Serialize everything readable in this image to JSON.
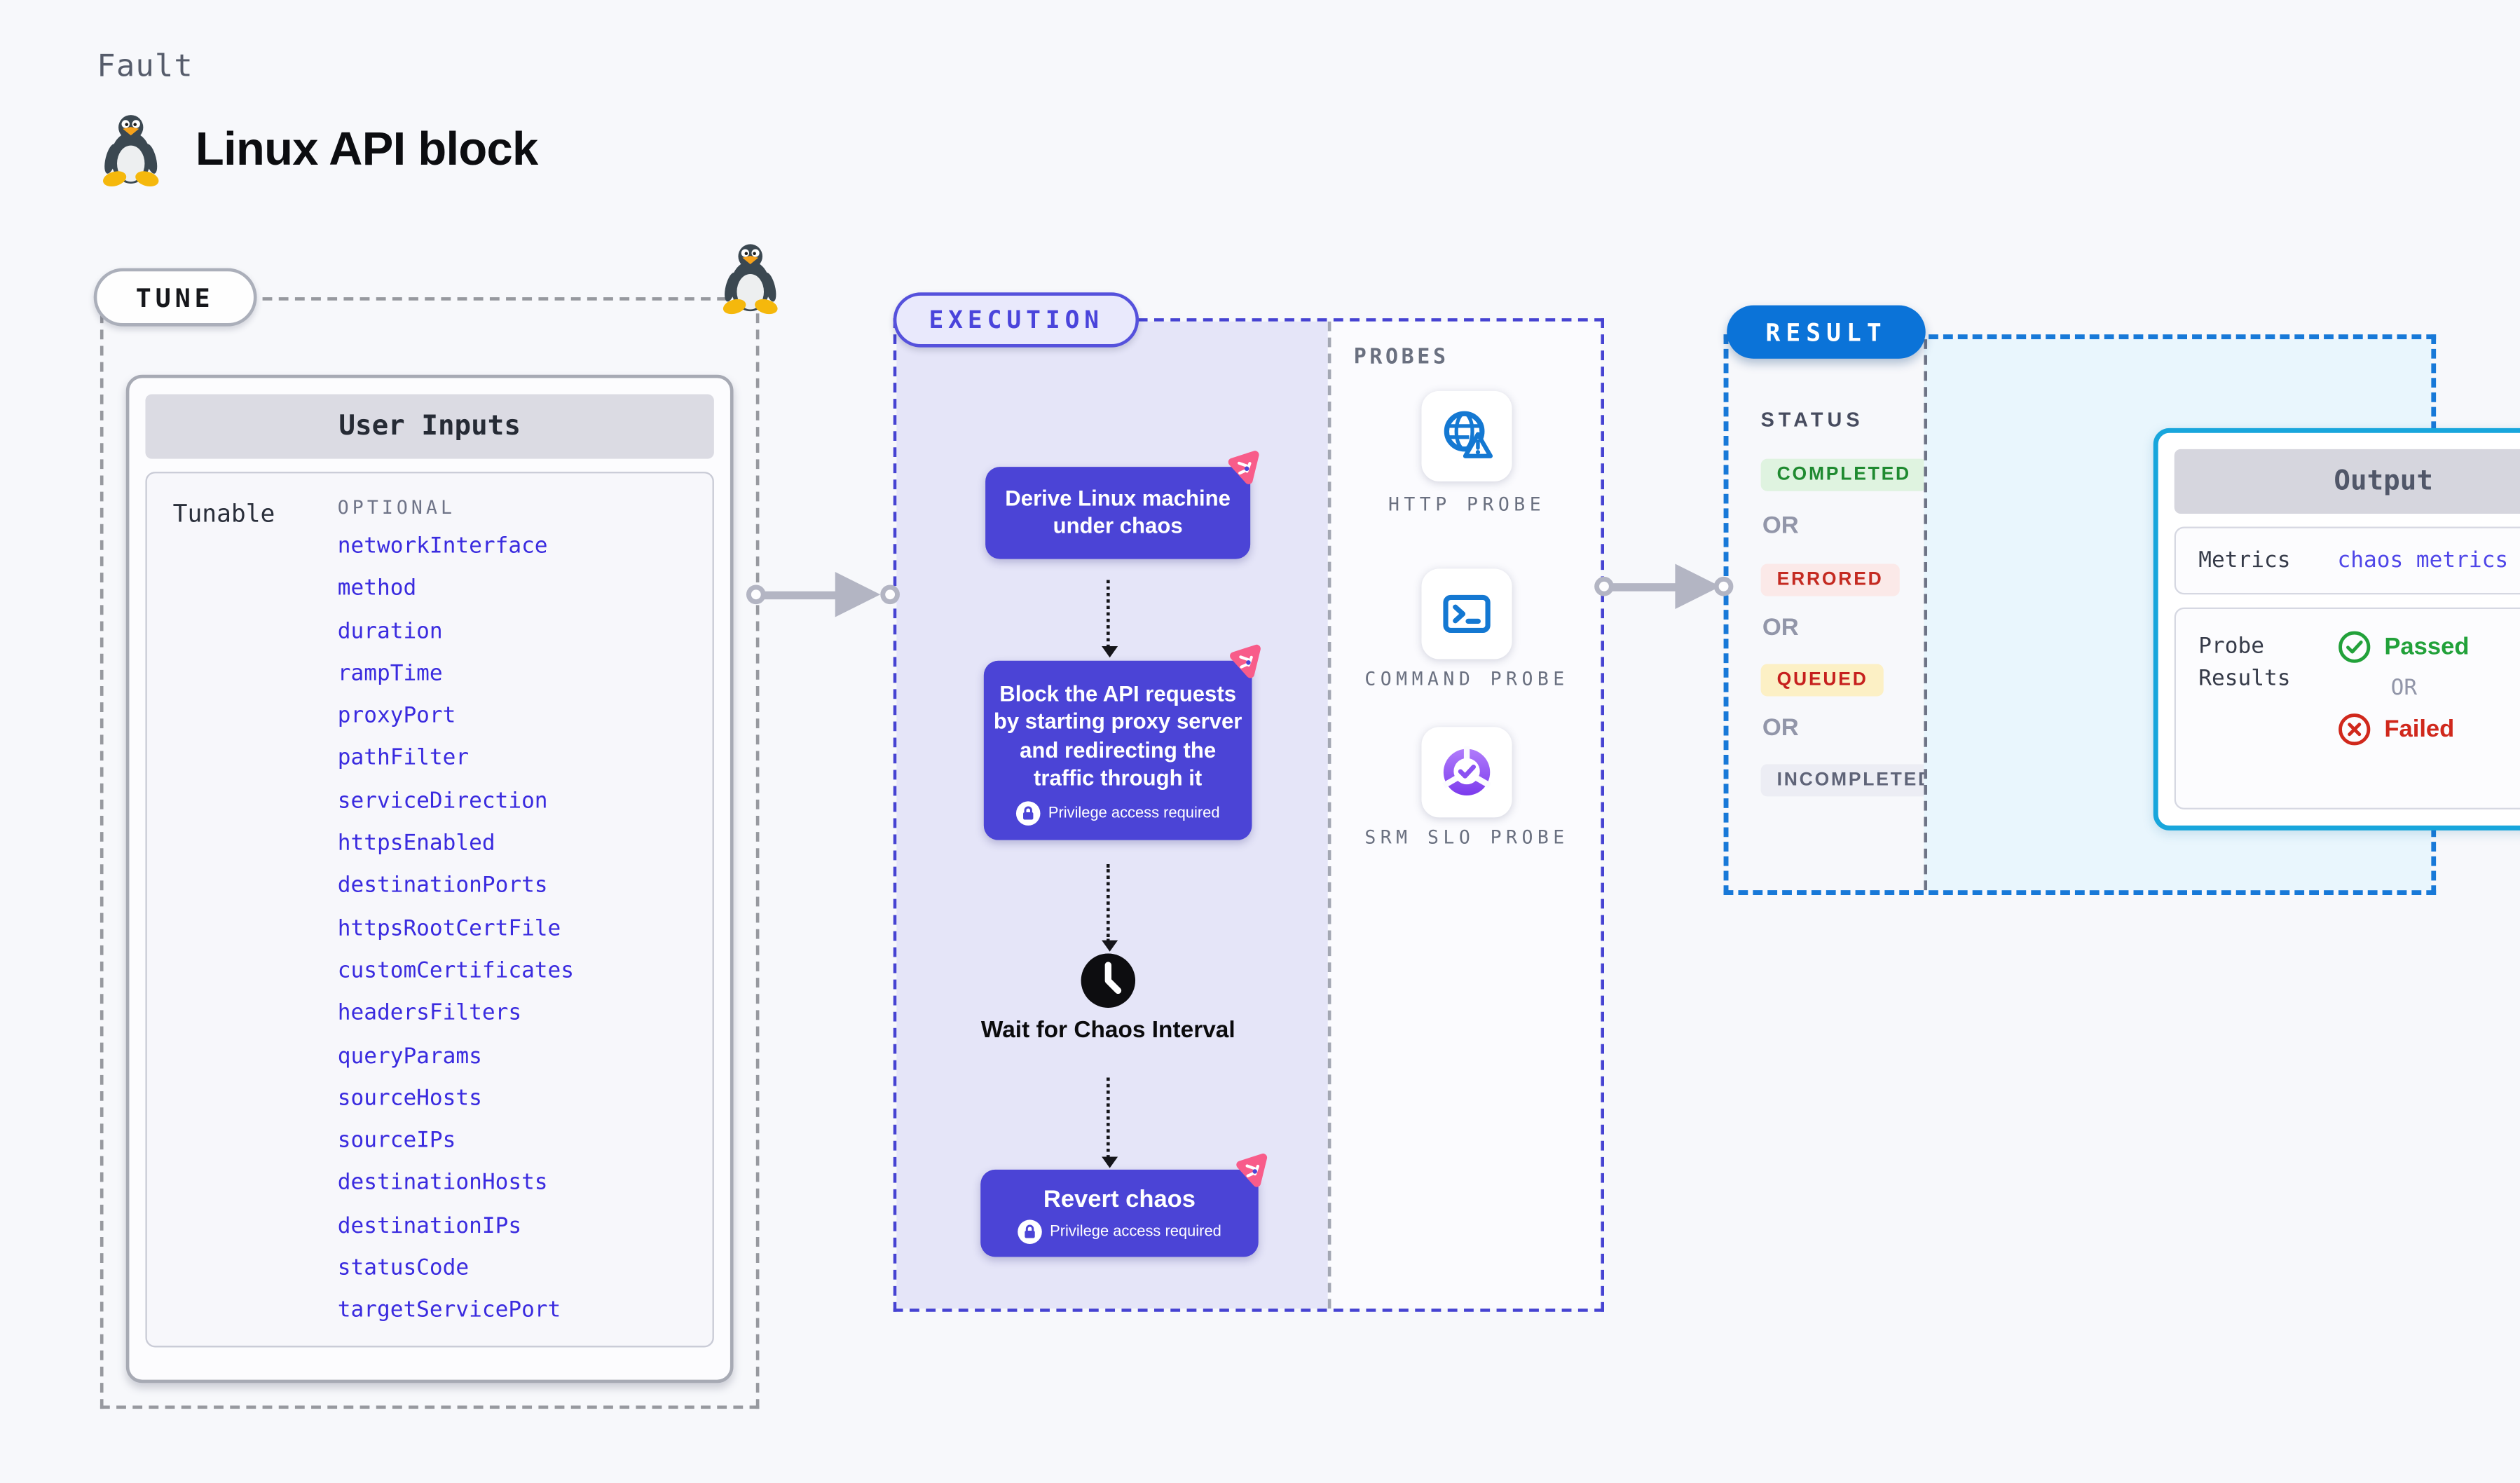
{
  "page": {
    "fault_label": "Fault",
    "title": "Linux API block"
  },
  "tune": {
    "pill_label": "TUNE",
    "card_header": "User Inputs",
    "row_label": "Tunable",
    "column_header": "OPTIONAL",
    "params": [
      "networkInterface",
      "method",
      "duration",
      "rampTime",
      "proxyPort",
      "pathFilter",
      "serviceDirection",
      "httpsEnabled",
      "destinationPorts",
      "httpsRootCertFile",
      "customCertificates",
      "headersFilters",
      "queryParams",
      "sourceHosts",
      "sourceIPs",
      "destinationHosts",
      "destinationIPs",
      "statusCode",
      "targetServicePort"
    ]
  },
  "execution": {
    "pill_label": "EXECUTION",
    "step1": "Derive Linux machine under chaos",
    "step2": "Block the API requests by starting proxy server and redirecting the traffic through it",
    "privilege_note": "Privilege access required",
    "wait_label": "Wait for Chaos Interval",
    "step3": "Revert chaos"
  },
  "probes": {
    "section_label": "PROBES",
    "items": [
      {
        "label": "HTTP PROBE",
        "icon": "globe-warning-icon"
      },
      {
        "label": "COMMAND PROBE",
        "icon": "terminal-icon"
      },
      {
        "label": "SRM SLO PROBE",
        "icon": "slo-donut-check-icon"
      }
    ]
  },
  "result": {
    "pill_label": "RESULT",
    "status_label": "STATUS",
    "or_label": "OR",
    "statuses": [
      {
        "label": "COMPLETED",
        "color": "#1F8A30",
        "bg": "#DFF3E0"
      },
      {
        "label": "ERRORED",
        "color": "#C42A21",
        "bg": "#FBE9E8"
      },
      {
        "label": "QUEUED",
        "color": "#C6201E",
        "bg": "#FCF0C5"
      },
      {
        "label": "INCOMPLETED",
        "color": "#5F6478",
        "bg": "#ECEDF4"
      }
    ],
    "output": {
      "header": "Output",
      "metrics_label": "Metrics",
      "metrics_value": "chaos metrics",
      "probe_results_label": "Probe Results",
      "passed_label": "Passed",
      "failed_label": "Failed"
    }
  },
  "colors": {
    "page_bg": "#F7F8FB",
    "accent_purple": "#4B44D6",
    "execution_fill": "#E5E5F8",
    "execution_dash": "#4643D2",
    "tune_dash": "#97999F",
    "result_blue": "#0B73D8",
    "result_dash": "#1879D8",
    "output_border": "#18A6DC",
    "param_blue": "#3A2BDF",
    "passed_green": "#22A13A",
    "failed_red": "#D0281C",
    "probe_icon_blue": "#1478D2",
    "chaos_pink": "#F85C8A"
  }
}
